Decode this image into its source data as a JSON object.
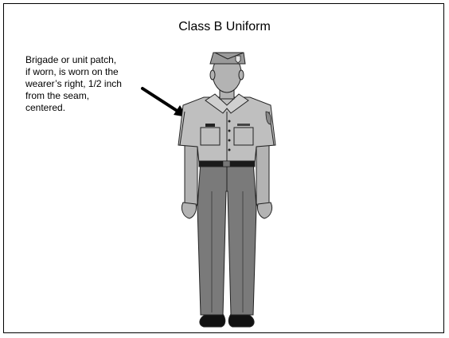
{
  "diagram": {
    "title": "Class B Uniform",
    "caption_lines": [
      "Brigade or unit patch,",
      "if worn, is worn on the",
      "wearer’s right, 1/2 inch",
      "from the seam,",
      "centered."
    ]
  },
  "colors": {
    "skin": "#b3b3b3",
    "shirt": "#bfbfbf",
    "trousers": "#7a7a7a",
    "cap": "#9a9a9a",
    "belt": "#1a1a1a",
    "shoes": "#111111",
    "outline": "#222222",
    "arrow": "#000000"
  },
  "icons": {
    "pointer": "arrow-pointing-down-right",
    "insignia": "shield-insignia"
  }
}
